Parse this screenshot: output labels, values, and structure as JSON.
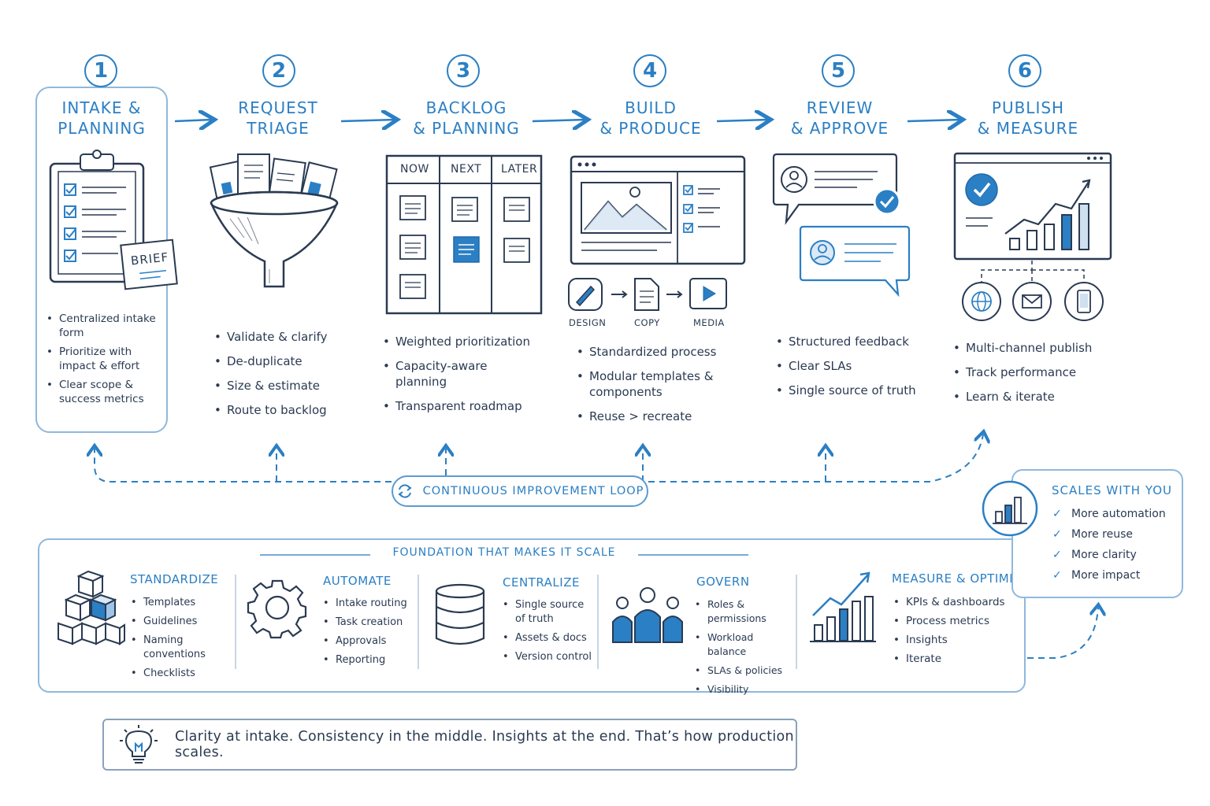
{
  "steps": [
    {
      "num": "1",
      "title_line1": "INTAKE &",
      "title_line2": "PLANNING",
      "bullets": [
        "Centralized intake form",
        "Prioritize with impact & effort",
        "Clear scope & success metrics"
      ],
      "brief_label": "BRIEF"
    },
    {
      "num": "2",
      "title_line1": "REQUEST",
      "title_line2": "TRIAGE",
      "bullets": [
        "Validate & clarify",
        "De-duplicate",
        "Size & estimate",
        "Route to backlog"
      ]
    },
    {
      "num": "3",
      "title_line1": "BACKLOG",
      "title_line2": "& PLANNING",
      "bullets": [
        "Weighted prioritization",
        "Capacity-aware planning",
        "Transparent roadmap"
      ],
      "columns": [
        "NOW",
        "NEXT",
        "LATER"
      ]
    },
    {
      "num": "4",
      "title_line1": "BUILD",
      "title_line2": "& PRODUCE",
      "bullets": [
        "Standardized process",
        "Modular templates & components",
        "Reuse > recreate"
      ],
      "flow": [
        "DESIGN",
        "COPY",
        "MEDIA"
      ]
    },
    {
      "num": "5",
      "title_line1": "REVIEW",
      "title_line2": "& APPROVE",
      "bullets": [
        "Structured feedback",
        "Clear SLAs",
        "Single source of truth"
      ]
    },
    {
      "num": "6",
      "title_line1": "PUBLISH",
      "title_line2": "& MEASURE",
      "bullets": [
        "Multi-channel publish",
        "Track performance",
        "Learn & iterate"
      ]
    }
  ],
  "loop": {
    "label": "CONTINUOUS IMPROVEMENT LOOP"
  },
  "foundation": {
    "title": "FOUNDATION THAT MAKES IT SCALE",
    "pillars": [
      {
        "title": "STANDARDIZE",
        "items": [
          "Templates",
          "Guidelines",
          "Naming conventions",
          "Checklists"
        ]
      },
      {
        "title": "AUTOMATE",
        "items": [
          "Intake routing",
          "Task creation",
          "Approvals",
          "Reporting"
        ]
      },
      {
        "title": "CENTRALIZE",
        "items": [
          "Single source of truth",
          "Assets & docs",
          "Version control"
        ]
      },
      {
        "title": "GOVERN",
        "items": [
          "Roles & permissions",
          "Workload balance",
          "SLAs & policies",
          "Visibility"
        ]
      },
      {
        "title": "MEASURE & OPTIMIZE",
        "items": [
          "KPIs & dashboards",
          "Process metrics",
          "Insights",
          "Iterate"
        ]
      }
    ]
  },
  "scales": {
    "title": "SCALES WITH YOU",
    "items": [
      "More automation",
      "More reuse",
      "More clarity",
      "More impact"
    ]
  },
  "tagline": "Clarity at intake.  Consistency in the middle.  Insights at the end.  That’s how production scales.",
  "colors": {
    "accent": "#2b7fc4",
    "ink": "#2a3a52",
    "border": "#8fb8dd"
  }
}
